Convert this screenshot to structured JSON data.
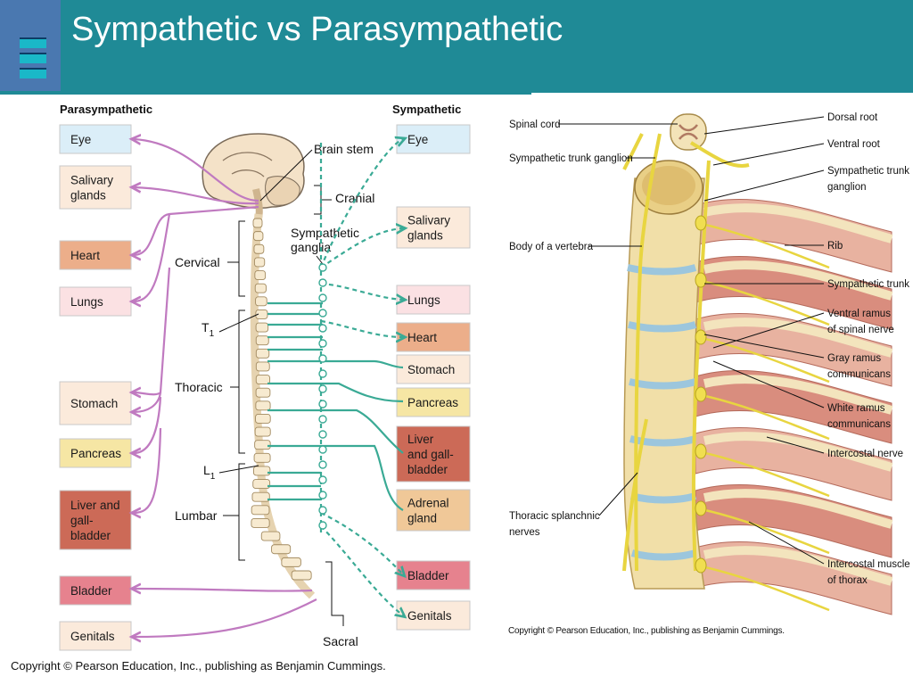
{
  "slide": {
    "title": "Sympathetic vs Parasympathetic"
  },
  "left_diagram": {
    "para_heading": "Parasympathetic",
    "symp_heading": "Sympathetic",
    "para_organs": [
      "Eye",
      "Salivary\nglands",
      "Heart",
      "Lungs",
      "Stomach",
      "Pancreas",
      "Liver and\ngall-\nbladder",
      "Bladder",
      "Genitals"
    ],
    "symp_organs": [
      "Eye",
      "Salivary\nglands",
      "Lungs",
      "Heart",
      "Stomach",
      "Pancreas",
      "Liver\nand gall-\nbladder",
      "Adrenal\ngland",
      "Bladder",
      "Genitals"
    ],
    "labels": {
      "brain_stem": "Brain stem",
      "cranial": "Cranial",
      "sympathetic_ganglia": "Sympathetic\nganglia",
      "cervical": "Cervical",
      "t1": "T",
      "t1_sub": "1",
      "thoracic": "Thoracic",
      "l1": "L",
      "l1_sub": "1",
      "lumbar": "Lumbar",
      "sacral": "Sacral"
    },
    "colors": {
      "para": "#c07ac0",
      "symp": "#3aaa95"
    },
    "copyright": "Copyright © Pearson Education, Inc., publishing as Benjamin Cummings."
  },
  "right_diagram": {
    "left_labels": [
      "Spinal cord",
      "Sympathetic trunk ganglion",
      "Body of a vertebra",
      "Thoracic splanchnic\nnerves"
    ],
    "right_labels": [
      "Dorsal root",
      "Ventral root",
      "Sympathetic trunk\nganglion",
      "Rib",
      "Sympathetic trunk",
      "Ventral ramus\nof spinal nerve",
      "Gray ramus\ncommunicans",
      "White ramus\ncommunicans",
      "Intercostal nerve",
      "Intercostal muscle\nof thorax"
    ],
    "copyright": "Copyright © Pearson Education, Inc., publishing as Benjamin Cummings."
  }
}
